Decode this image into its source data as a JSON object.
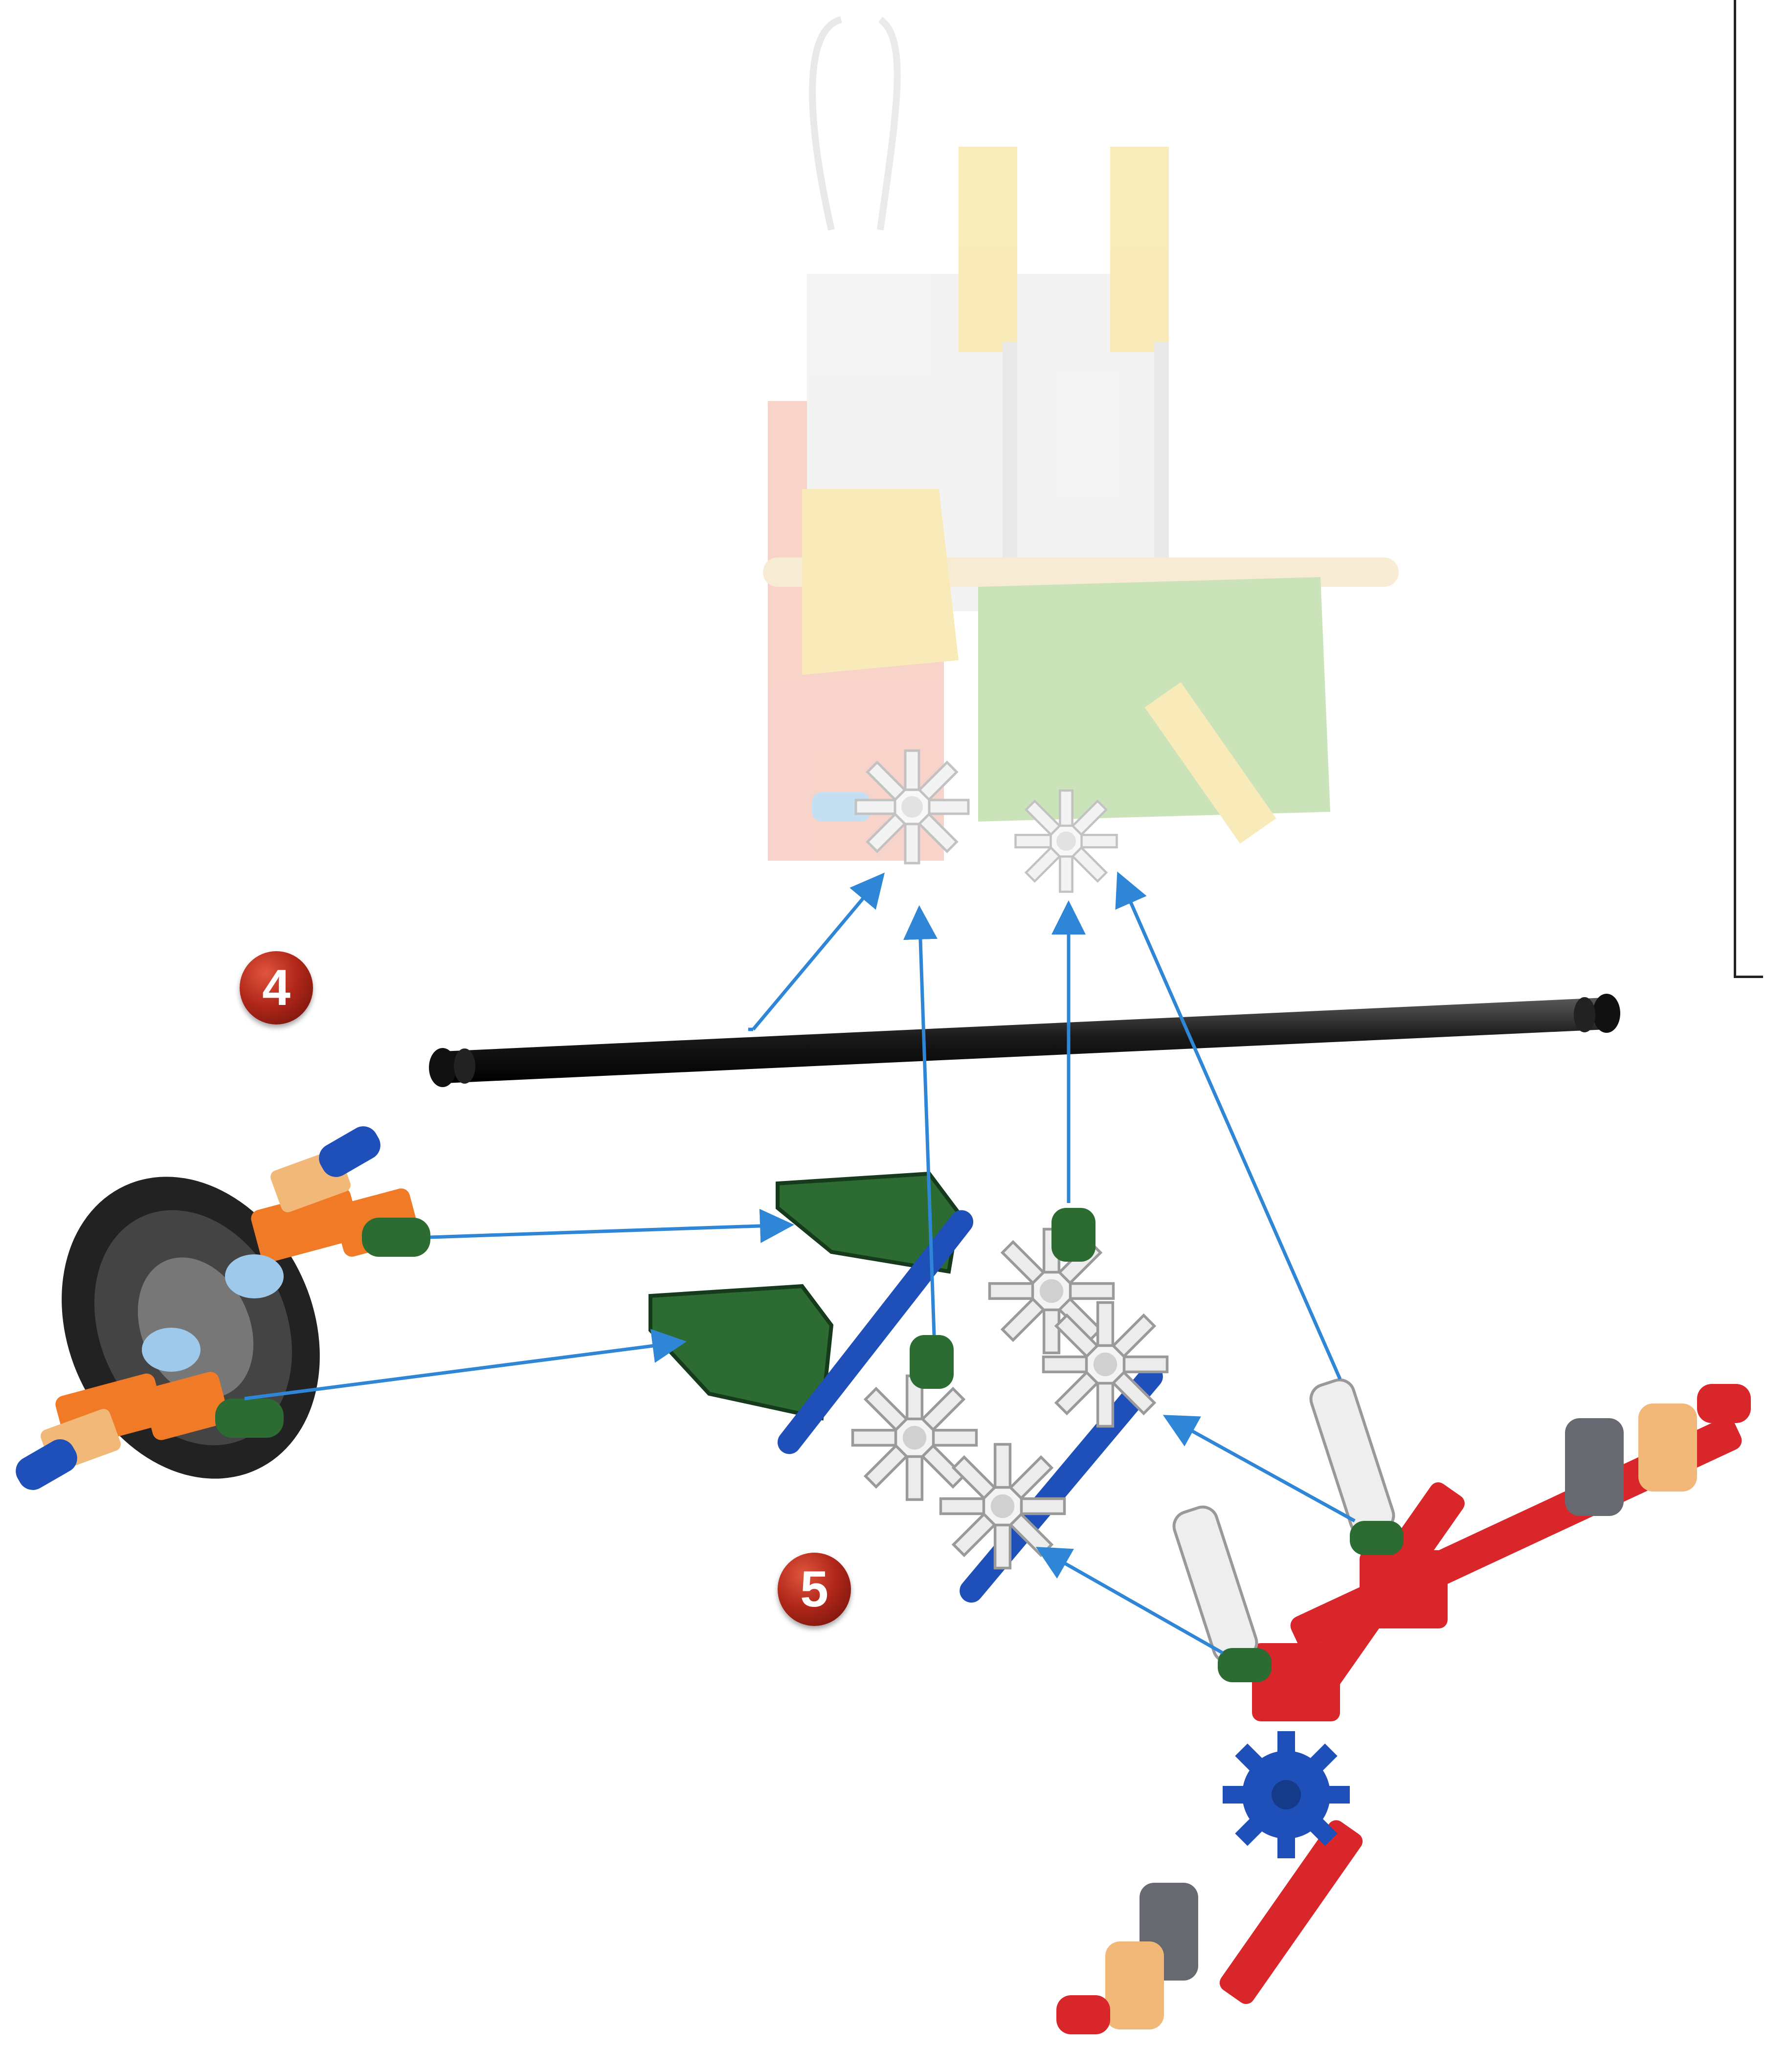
{
  "steps": [
    {
      "number": "4"
    },
    {
      "number": "5"
    }
  ],
  "colors": {
    "arrow": "#2f86d6",
    "rod_black": "#1c1c1c",
    "gear_white": "#e8e8e8",
    "connector_green": "#2c6b32",
    "connector_red": "#d9262a",
    "rod_blue": "#1f4fb8",
    "connector_orange": "#f07a25",
    "connector_tan": "#f2b877",
    "connector_gray": "#666a70",
    "faded_green": "#a9d18b",
    "faded_red": "#f2b6a8",
    "faded_yellow": "#f4df8c"
  },
  "parts": [
    "faded-completed-assembly",
    "black-rod",
    "wheel-assembly",
    "green-connectors",
    "white-gears",
    "red-base-frame",
    "blue-gear"
  ]
}
